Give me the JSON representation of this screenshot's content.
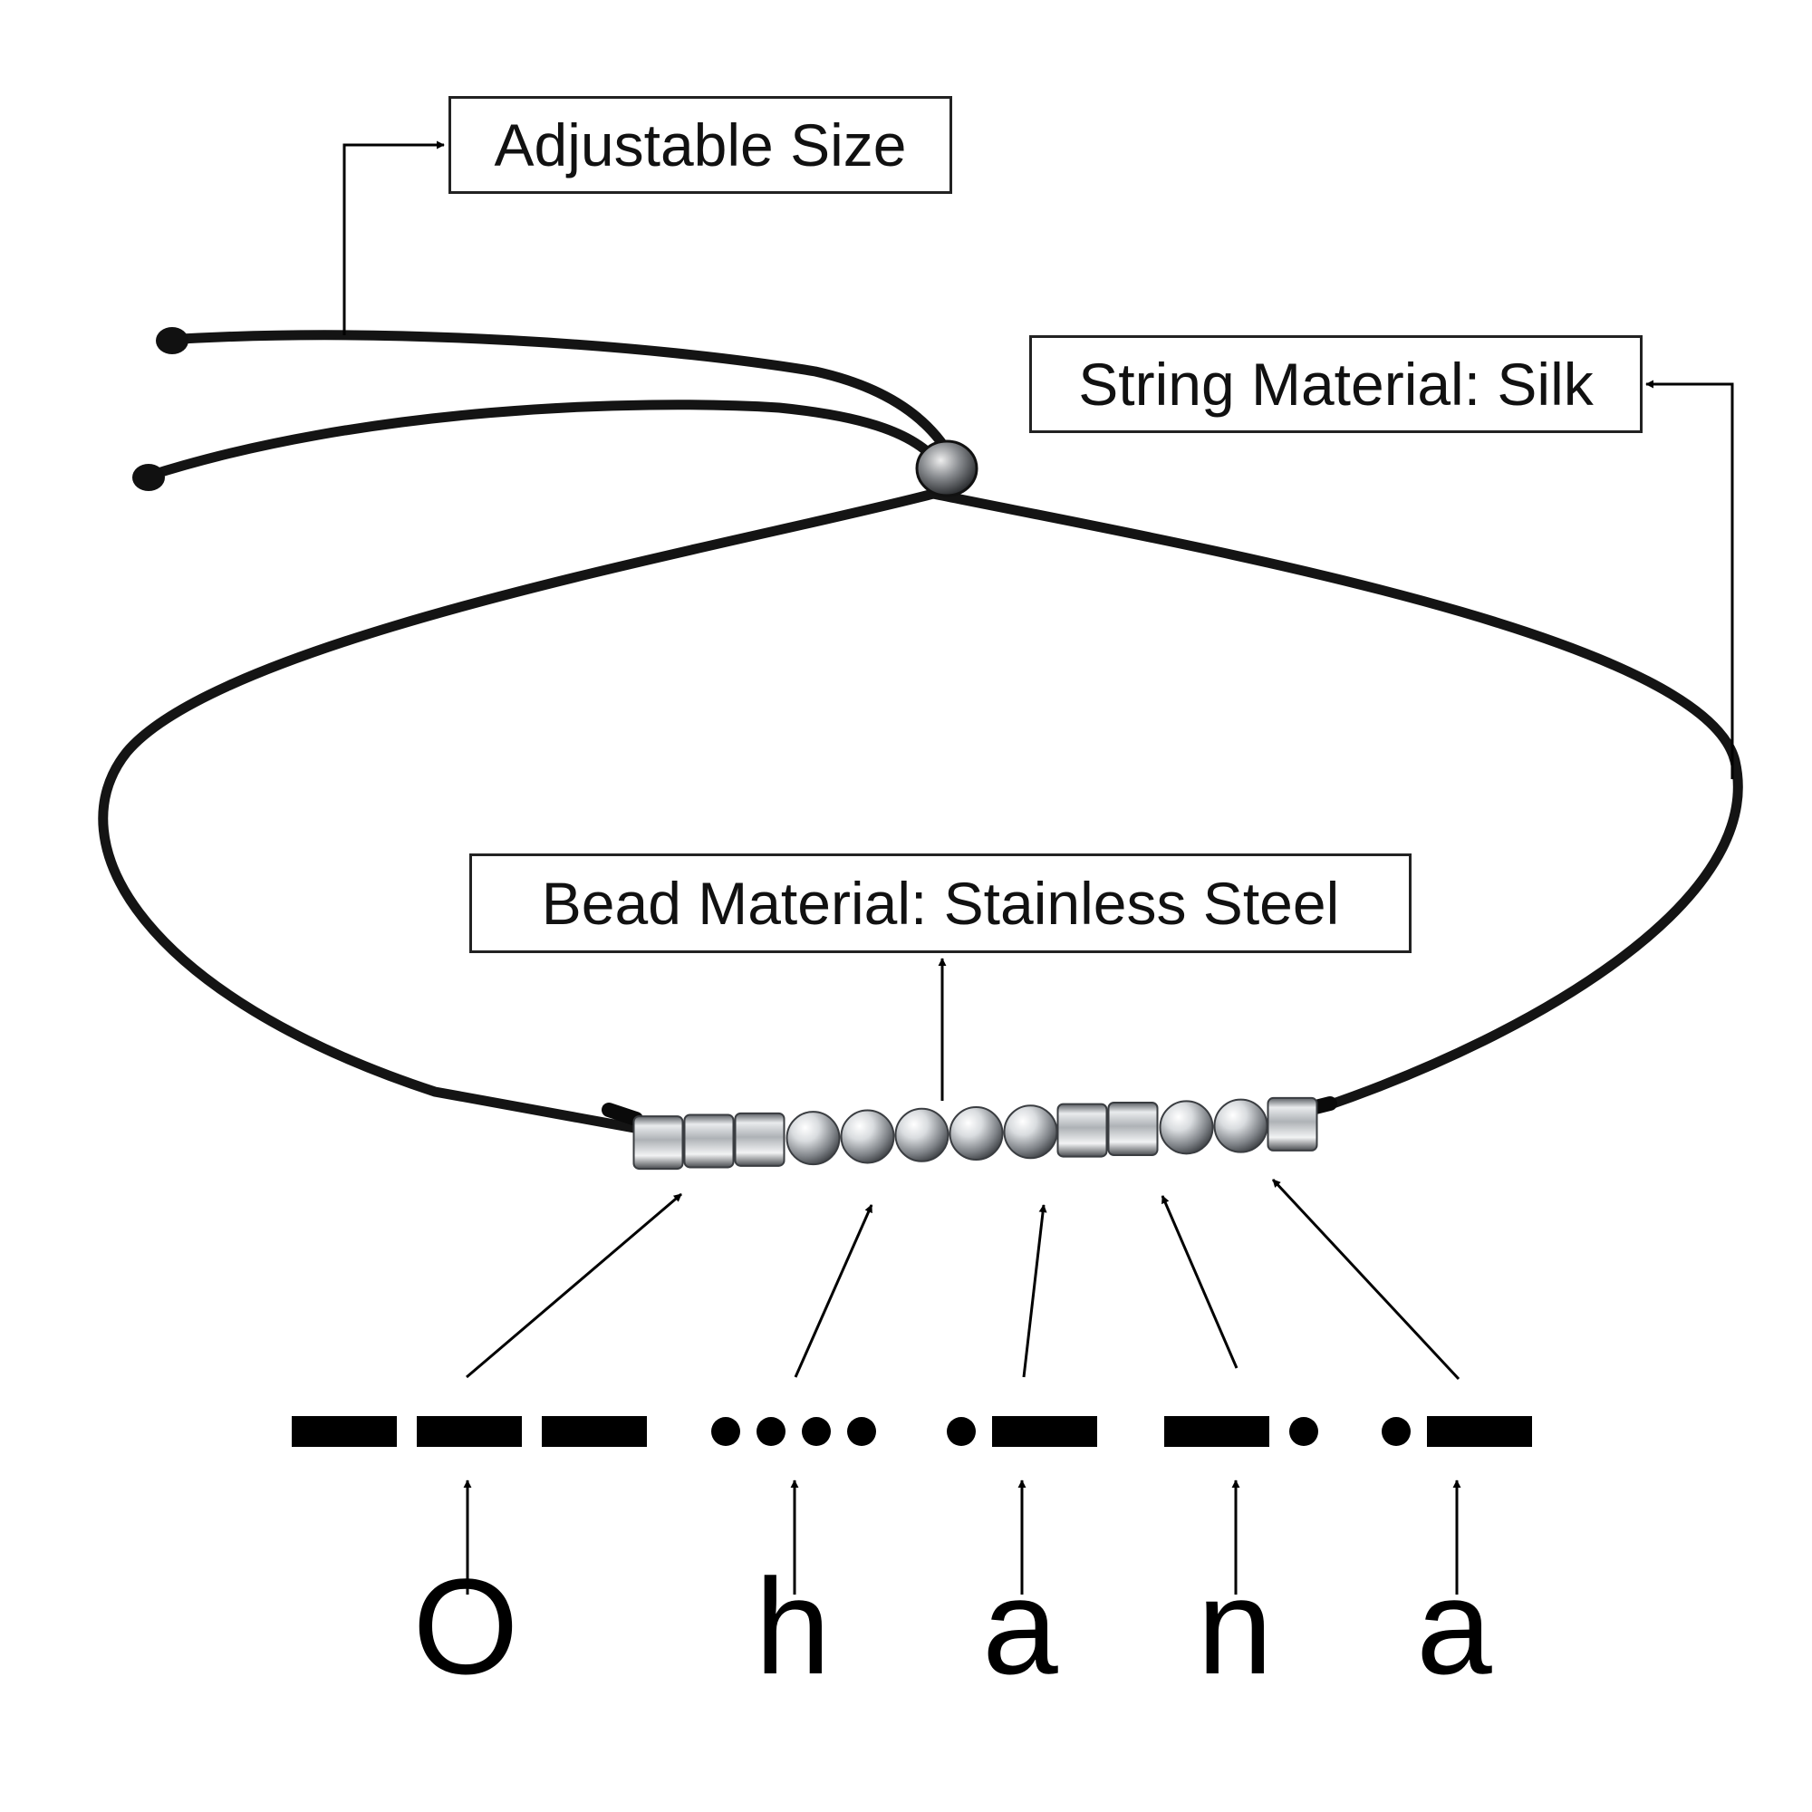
{
  "labels": {
    "adjustable": "Adjustable Size",
    "string_material": "String Material: Silk",
    "bead_material": "Bead Material: Stainless Steel"
  },
  "word": {
    "letters": [
      "O",
      "h",
      "a",
      "n",
      "a"
    ],
    "morse": [
      "---",
      "....",
      ".-",
      "-.",
      ".-"
    ]
  },
  "bead_sequence": [
    "tube",
    "tube",
    "tube",
    "ball",
    "ball",
    "ball",
    "ball",
    "ball",
    "tube",
    "tube",
    "ball",
    "ball",
    "tube"
  ],
  "colors": {
    "cord": "#141414",
    "steel": "#b9bcc0",
    "ink": "#000000"
  }
}
